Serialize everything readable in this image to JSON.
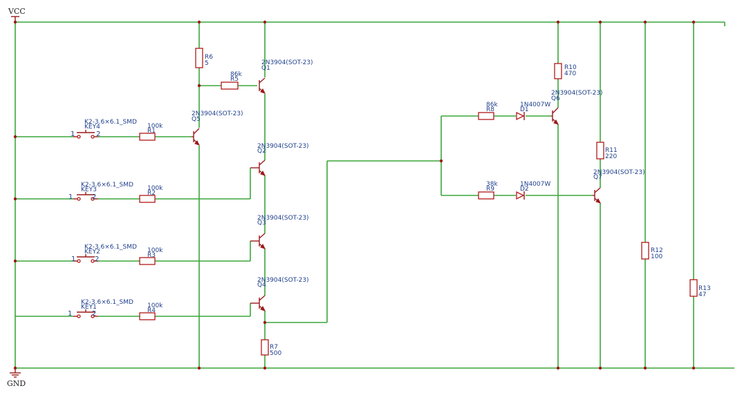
{
  "power": {
    "vcc": "VCC",
    "gnd": "GND"
  },
  "resistors": [
    {
      "ref": "R1",
      "value": "100k"
    },
    {
      "ref": "R2",
      "value": "100k"
    },
    {
      "ref": "R3",
      "value": "100k"
    },
    {
      "ref": "R4",
      "value": "100k"
    },
    {
      "ref": "R5",
      "value": "86k"
    },
    {
      "ref": "R6",
      "value": "5"
    },
    {
      "ref": "R7",
      "value": "500"
    },
    {
      "ref": "R8",
      "value": "86k"
    },
    {
      "ref": "R9",
      "value": "38k"
    },
    {
      "ref": "R10",
      "value": "470"
    },
    {
      "ref": "R11",
      "value": "220"
    },
    {
      "ref": "R12",
      "value": "100"
    },
    {
      "ref": "R13",
      "value": "47"
    }
  ],
  "transistors": [
    {
      "ref": "Q1",
      "part": "2N3904(SOT-23)"
    },
    {
      "ref": "Q2",
      "part": "2N3904(SOT-23)"
    },
    {
      "ref": "Q3",
      "part": "2N3904(SOT-23)"
    },
    {
      "ref": "Q4",
      "part": "2N3904(SOT-23)"
    },
    {
      "ref": "Q5",
      "part": "2N3904(SOT-23)"
    },
    {
      "ref": "Q6",
      "part": "2N3904(SOT-23)"
    },
    {
      "ref": "Q7",
      "part": "2N3904(SOT-23)"
    }
  ],
  "diodes": [
    {
      "ref": "D1",
      "part": "1N4007W"
    },
    {
      "ref": "D2",
      "part": "1N4007W"
    }
  ],
  "keys": [
    {
      "ref": "KEY1",
      "part": "K2-3.6×6.1_SMD",
      "pin1": "1",
      "pin2": "2"
    },
    {
      "ref": "KEY2",
      "part": "K2-3.6×6.1_SMD",
      "pin1": "1",
      "pin2": "2"
    },
    {
      "ref": "KEY3",
      "part": "K2-3.6×6.1_SMD",
      "pin1": "1",
      "pin2": "2"
    },
    {
      "ref": "KEY4",
      "part": "K2-3.6×6.1_SMD",
      "pin1": "1",
      "pin2": "2"
    }
  ]
}
